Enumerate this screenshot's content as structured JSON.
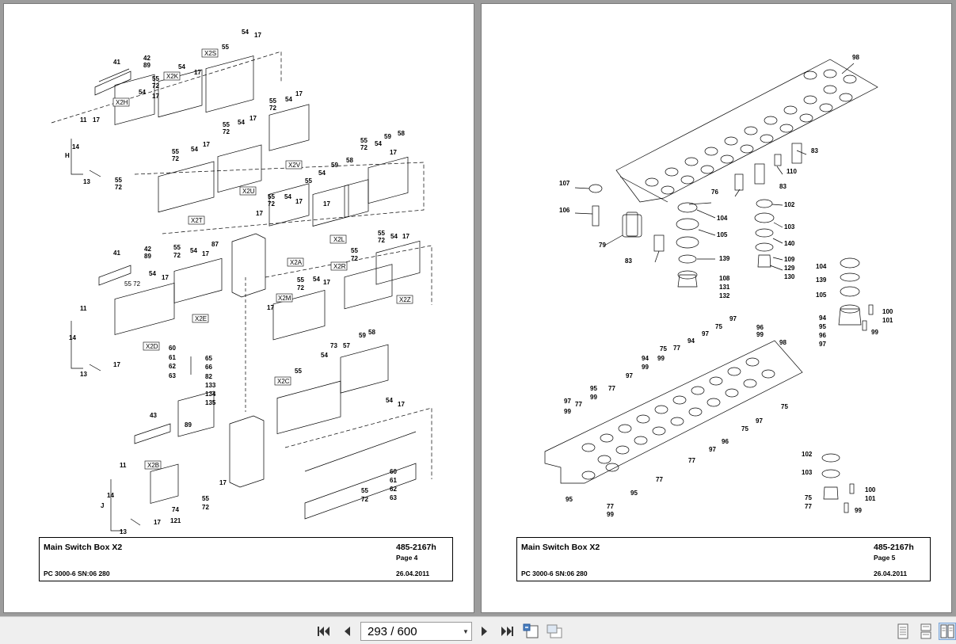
{
  "pages": [
    {
      "title": "Main Switch Box X2",
      "part_number": "485-2167h",
      "page_label": "Page 4",
      "model": "PC 3000-6 SN:06 280",
      "date": "26.04.2011",
      "callouts": [
        "41",
        "42",
        "89",
        "X2H",
        "55",
        "72",
        "X2K",
        "54",
        "17",
        "X2S",
        "11",
        "17",
        "14",
        "H",
        "13",
        "55",
        "72",
        "X2V",
        "X2T",
        "X2U",
        "58",
        "59",
        "54",
        "55",
        "72",
        "17",
        "X2L",
        "X2A",
        "87",
        "X2R",
        "X2Z",
        "X2M",
        "X2E",
        "X2D",
        "60",
        "61",
        "62",
        "63",
        "65",
        "66",
        "82",
        "133",
        "134",
        "135",
        "73",
        "57",
        "X2C",
        "43",
        "X2B",
        "74",
        "121",
        "J",
        "55 72"
      ]
    },
    {
      "title": "Main Switch Box X2",
      "part_number": "485-2167h",
      "page_label": "Page 5",
      "model": "PC 3000-6 SN:06 280",
      "date": "26.04.2011",
      "callouts": [
        "98",
        "83",
        "110",
        "107",
        "106",
        "79",
        "83",
        "76",
        "104",
        "105",
        "139",
        "108",
        "131",
        "132",
        "102",
        "103",
        "140",
        "109",
        "129",
        "130",
        "104",
        "139",
        "105",
        "94",
        "95",
        "96",
        "97",
        "100",
        "101",
        "99",
        "75",
        "77",
        "99",
        "94",
        "97",
        "95",
        "96",
        "98",
        "102",
        "103",
        "100",
        "101",
        "75",
        "77",
        "99"
      ]
    }
  ],
  "toolbar": {
    "page_input": "293 / 600",
    "current_page": 293,
    "total_pages": 600,
    "icons": [
      "first-page-icon",
      "prev-page-icon",
      "next-page-icon",
      "last-page-icon",
      "fit-page-icon",
      "fit-width-icon",
      "single-page-icon",
      "continuous-page-icon",
      "two-page-icon"
    ]
  }
}
